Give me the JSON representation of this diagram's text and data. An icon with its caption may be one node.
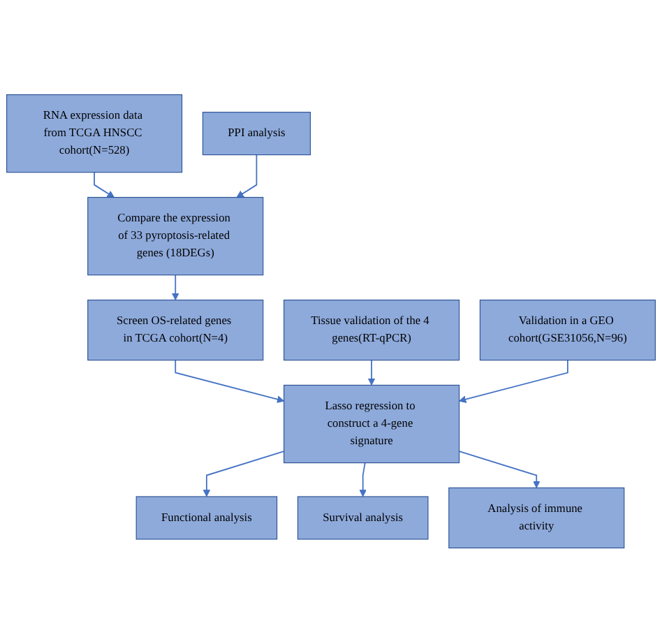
{
  "diagram": {
    "nodes": [
      {
        "text": [
          "RNA expression data from TCGA HNSCC cohort(N=528)"
        ]
      },
      {
        "text": [
          "Compare the expression of 33 pyroptosis-related genes (18DEGs)"
        ]
      },
      {
        "text": [
          "PPI analysis"
        ]
      },
      {
        "text": [
          "Screen OS-related genes in TCGA cohort(N=4)"
        ]
      },
      {
        "text": [
          "Tissue validation of the 4 genes(RT-qPCR)"
        ]
      },
      {
        "text": [
          "Lasso regression to construct a 4-gene signature"
        ]
      },
      {
        "text": [
          "Validation in a GEO cohort(GSE31056,N=96)"
        ]
      },
      {
        "text": [
          "Functional analysis"
        ]
      },
      {
        "text": [
          "Survival analysis"
        ]
      },
      {
        "text": [
          "Analysis of immune activity"
        ]
      }
    ],
    "edges": [
      {
        "from": 0,
        "to": 1,
        "arrow": "to"
      },
      {
        "from": 2,
        "to": 1,
        "arrow": "to"
      },
      {
        "from": 1,
        "to": 3,
        "arrow": "to"
      },
      {
        "from": 3,
        "to": 5,
        "arrow": "to"
      },
      {
        "from": 4,
        "to": 5,
        "arrow": "to"
      },
      {
        "from": 6,
        "to": 5,
        "arrow": "to"
      },
      {
        "from": 5,
        "to": 7,
        "arrow": "to"
      },
      {
        "from": 5,
        "to": 8,
        "arrow": "to"
      },
      {
        "from": 5,
        "to": 9,
        "arrow": "to"
      }
    ]
  }
}
